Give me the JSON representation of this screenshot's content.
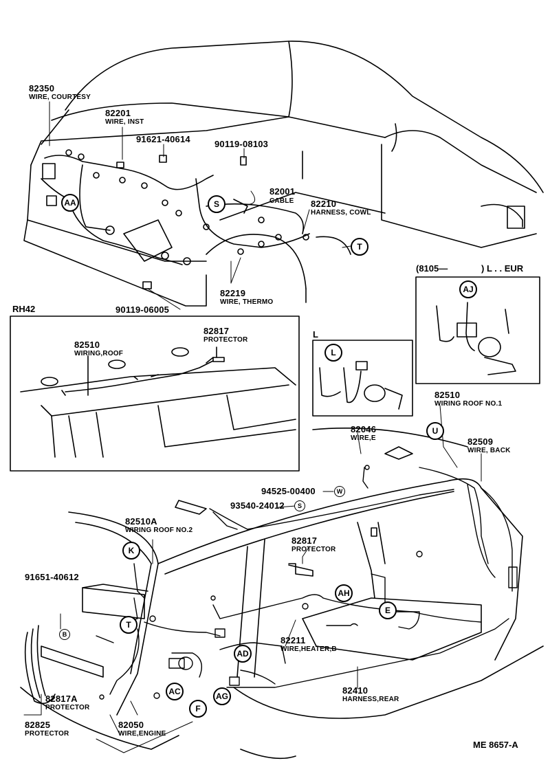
{
  "sections": {
    "rh42": "RH42",
    "l": "L",
    "eur_prefix": "(8105—",
    "eur_suffix": ") L . . EUR"
  },
  "parts": {
    "p82350": {
      "number": "82350",
      "name": "WIRE, COURTESY"
    },
    "p82201": {
      "number": "82201",
      "name": "WIRE, INST"
    },
    "p91621": {
      "number": "91621-40614"
    },
    "p90119a": {
      "number": "90119-08103"
    },
    "p82001": {
      "number": "82001",
      "name": "CABLE"
    },
    "p82210": {
      "number": "82210",
      "name": "HARNESS, COWL"
    },
    "p82219": {
      "number": "82219",
      "name": "WIRE, THERMO"
    },
    "p90119b": {
      "number": "90119-06005"
    },
    "p82510": {
      "number": "82510",
      "name": "WIRING,ROOF"
    },
    "p82817a": {
      "number": "82817",
      "name": "PROTECTOR"
    },
    "p82510b": {
      "number": "82510",
      "name": "WIRING ROOF NO.1"
    },
    "p82046": {
      "number": "82046",
      "name": "WIRE,E"
    },
    "p82509": {
      "number": "82509",
      "name": "WIRE, BACK"
    },
    "p94525": {
      "number": "94525-00400"
    },
    "p93540": {
      "number": "93540-24012"
    },
    "p82510A": {
      "number": "82510A",
      "name": "WIRING ROOF NO.2"
    },
    "p82817b": {
      "number": "82817",
      "name": "PROTECTOR"
    },
    "p91651": {
      "number": "91651-40612"
    },
    "p82211": {
      "number": "82211",
      "name": "WIRE,HEATER,B"
    },
    "p82410": {
      "number": "82410",
      "name": "HARNESS,REAR"
    },
    "p82817A": {
      "number": "82817A",
      "name": "PROTECTOR"
    },
    "p82825": {
      "number": "82825",
      "name": "PROTECTOR"
    },
    "p82050": {
      "number": "82050",
      "name": "WIRE,ENGINE"
    }
  },
  "callouts": {
    "aa": "AA",
    "s1": "S",
    "t1": "T",
    "aj": "AJ",
    "l": "L",
    "u": "U",
    "w": "W",
    "s2": "S",
    "k": "K",
    "ah": "AH",
    "e": "E",
    "t2": "T",
    "b": "B",
    "ad": "AD",
    "ac": "AC",
    "ag": "AG",
    "f": "F"
  },
  "footer": {
    "code": "ME  8657-A"
  }
}
